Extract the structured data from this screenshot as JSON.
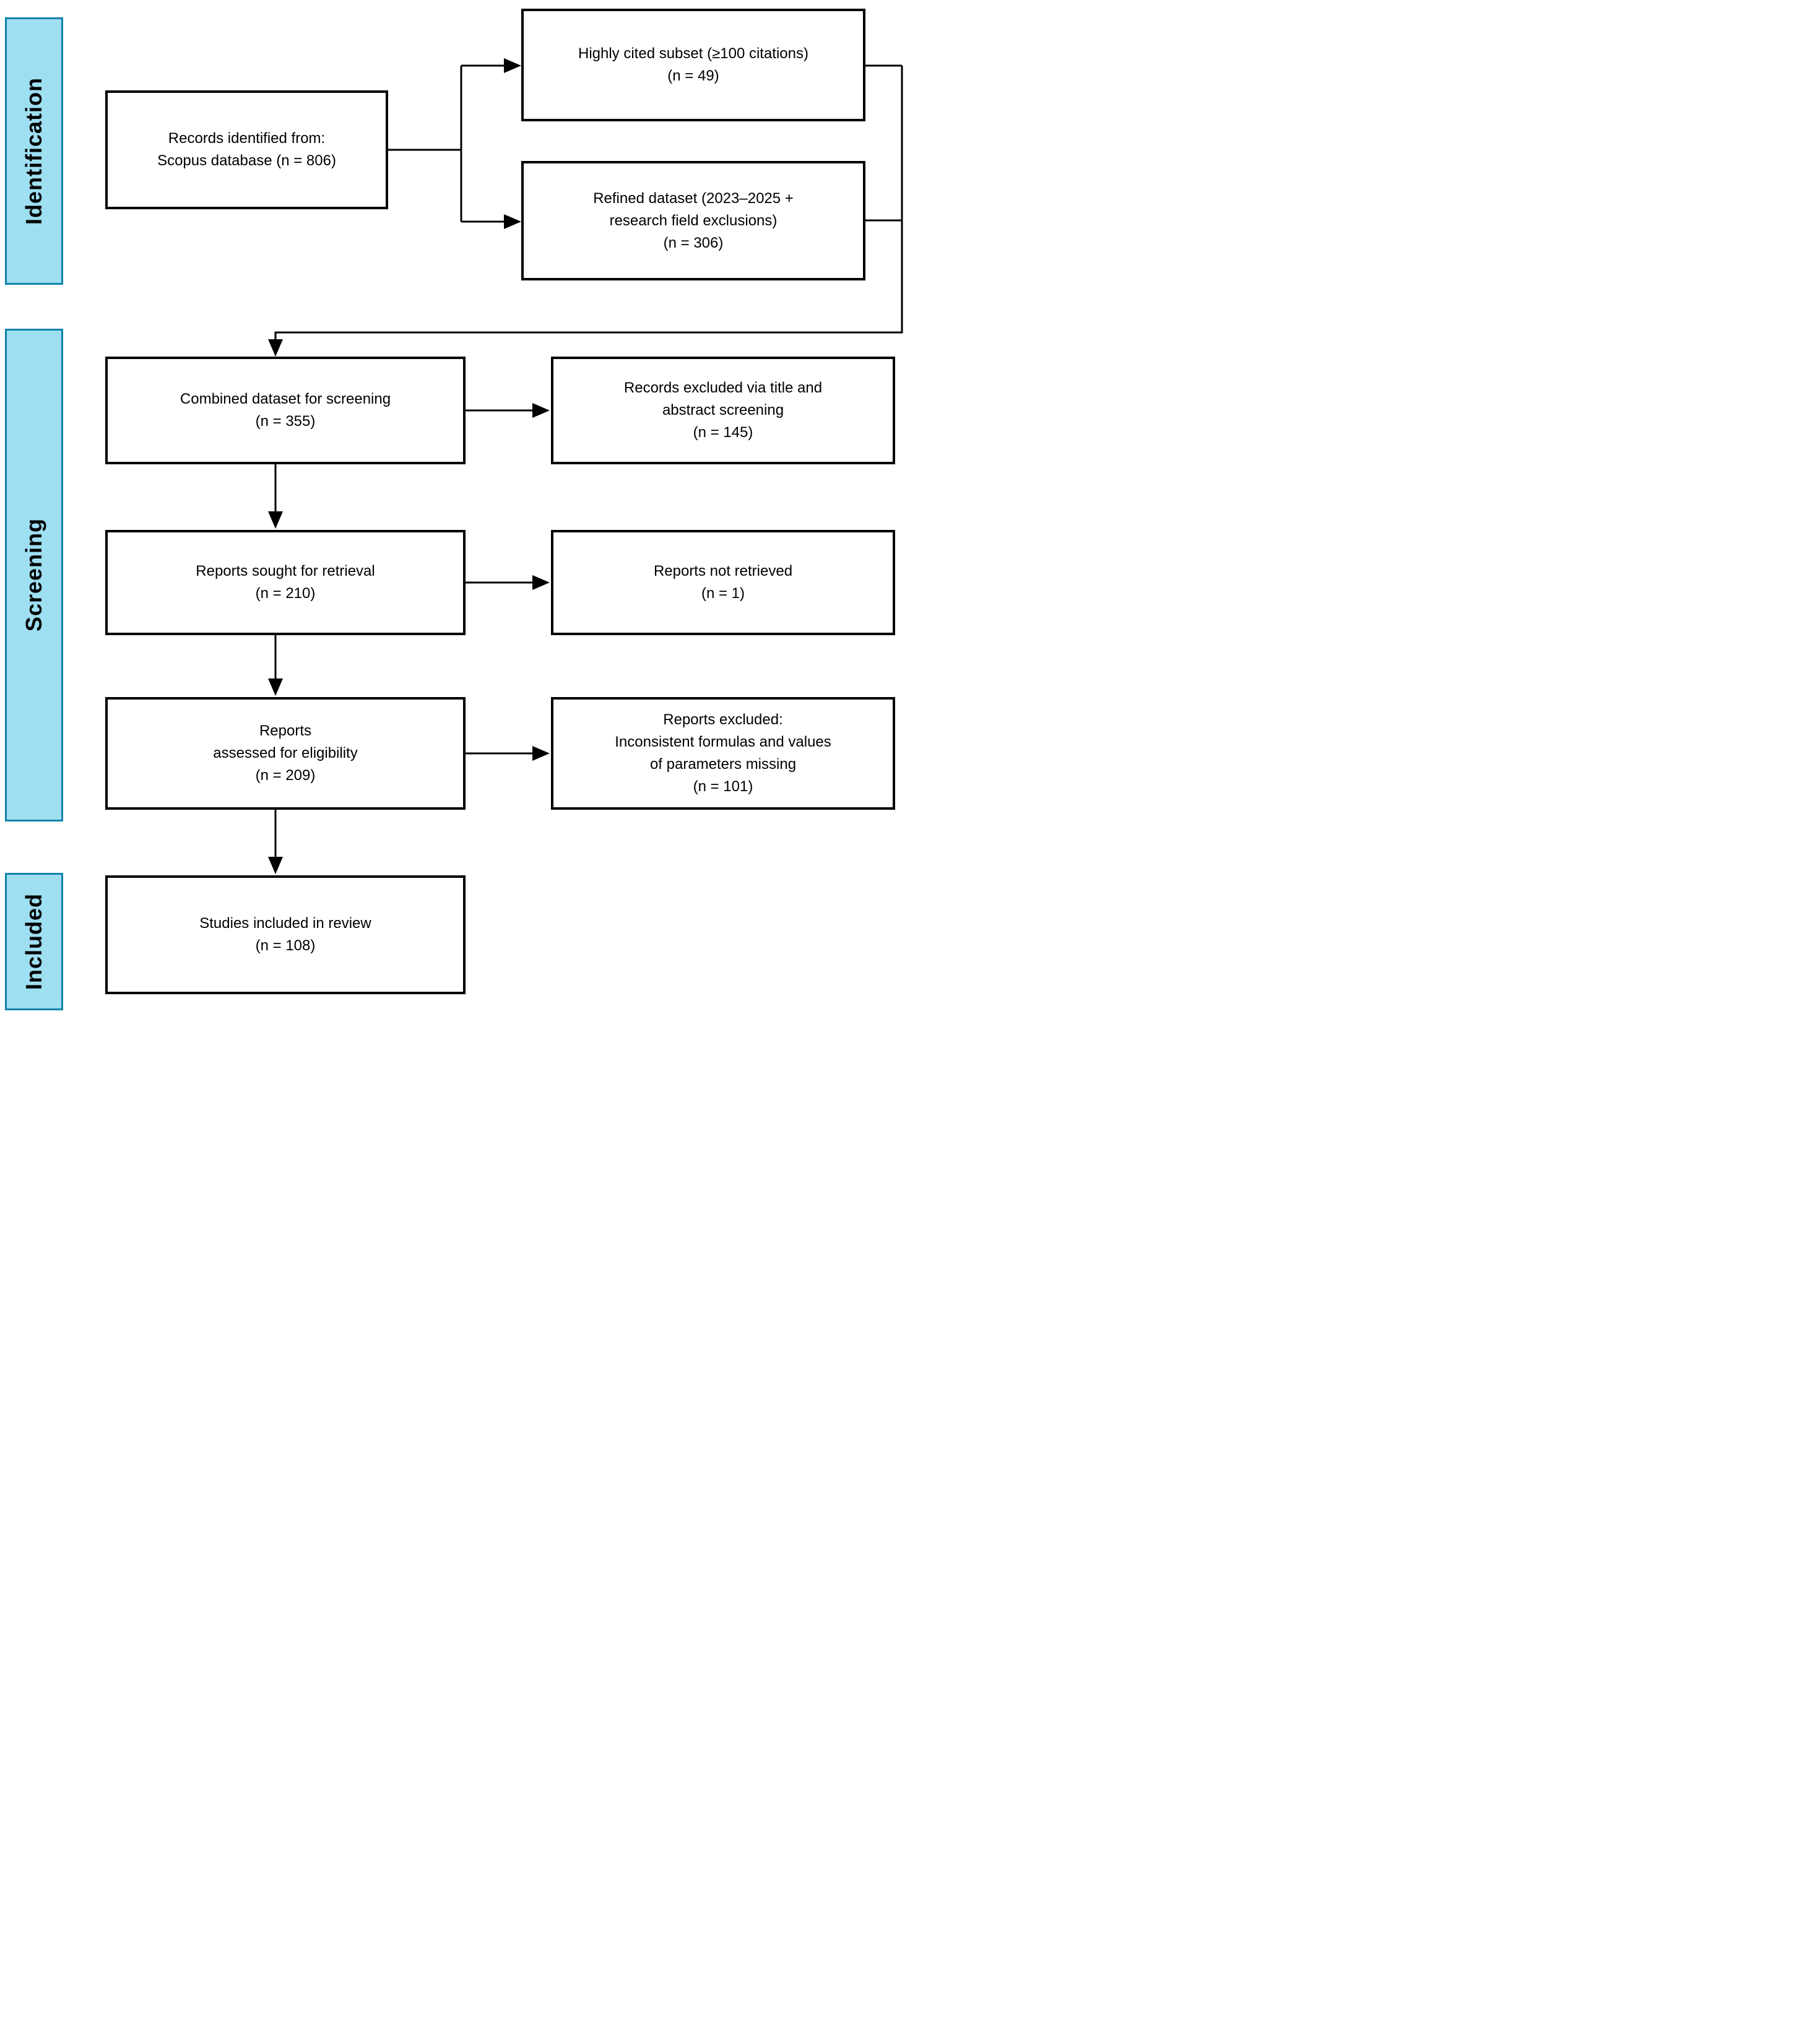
{
  "diagram_title": "PRISMA-style study selection flow diagram",
  "colors": {
    "stage_fill": "#9EDFF1",
    "stage_border": "#1182AD",
    "box_border": "#000000",
    "box_fill": "#FFFFFF",
    "connector": "#000000",
    "text": "#000000"
  },
  "stages": [
    {
      "id": "identification",
      "label": "Identification"
    },
    {
      "id": "screening",
      "label": "Screening"
    },
    {
      "id": "included",
      "label": "Included"
    }
  ],
  "boxes": {
    "records_identified": {
      "lines": [
        "Records identified from:",
        "Scopus database (n = 806)"
      ],
      "n": 806
    },
    "highly_cited": {
      "lines": [
        "Highly cited subset (≥100 citations)",
        "(n = 49)"
      ],
      "n": 49
    },
    "refined_dataset": {
      "lines": [
        "Refined dataset (2023–2025 +",
        "research field exclusions)",
        "(n = 306)"
      ],
      "n": 306
    },
    "combined_dataset": {
      "lines": [
        "Combined dataset for screening",
        "(n = 355)"
      ],
      "n": 355
    },
    "records_excluded": {
      "lines": [
        "Records excluded via title and",
        "abstract screening",
        "(n = 145)"
      ],
      "n": 145
    },
    "reports_sought": {
      "lines": [
        "Reports sought for retrieval",
        "(n = 210)"
      ],
      "n": 210
    },
    "reports_not_retrieved": {
      "lines": [
        "Reports not retrieved",
        "(n = 1)"
      ],
      "n": 1
    },
    "reports_assessed": {
      "lines": [
        "Reports",
        "assessed for eligibility",
        "(n = 209)"
      ],
      "n": 209
    },
    "reports_excluded": {
      "lines": [
        "Reports excluded:",
        "Inconsistent formulas and values",
        "of parameters missing",
        "(n = 101)"
      ],
      "n": 101
    },
    "studies_included": {
      "lines": [
        "Studies included in review",
        "(n = 108)"
      ],
      "n": 108
    }
  }
}
